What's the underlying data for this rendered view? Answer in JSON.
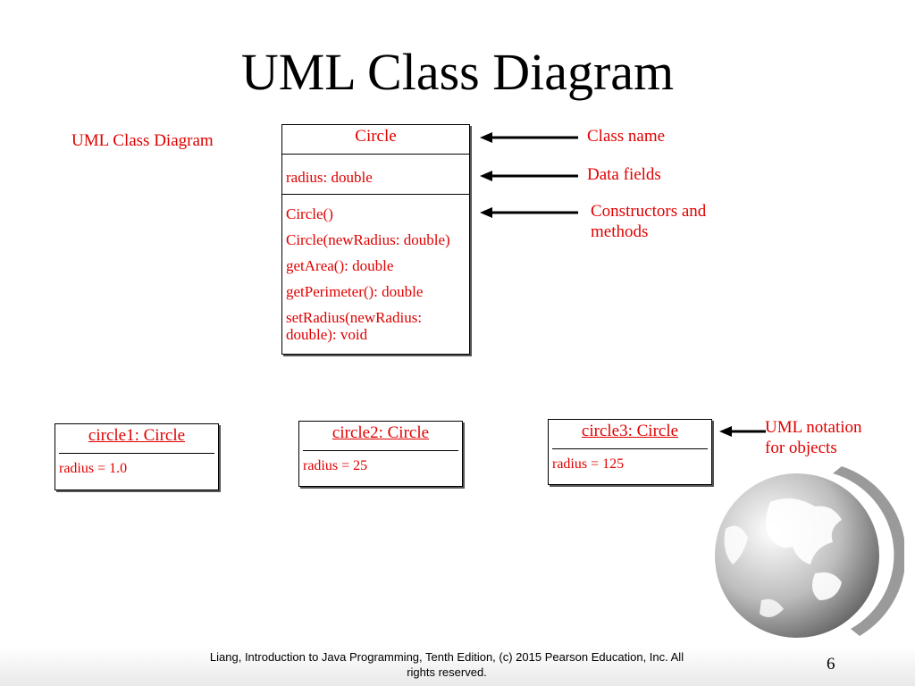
{
  "title": "UML Class Diagram",
  "side_label": "UML Class Diagram",
  "class_box": {
    "name": "Circle",
    "fields": [
      "radius: double"
    ],
    "methods": [
      "Circle()",
      "Circle(newRadius: double)",
      "getArea(): double",
      "getPerimeter(): double",
      "setRadius(newRadius:",
      "double): void"
    ]
  },
  "callouts": {
    "class_name": "Class name",
    "data_fields": "Data fields",
    "constructors_line1": "Constructors and",
    "constructors_line2": "methods",
    "uml_notation_line1": "UML notation",
    "uml_notation_line2": "for objects"
  },
  "objects": [
    {
      "name": "circle1: Circle",
      "value": "radius = 1.0"
    },
    {
      "name": "circle2: Circle",
      "value": "radius = 25"
    },
    {
      "name": "circle3: Circle",
      "value": "radius = 125"
    }
  ],
  "footer": {
    "line1": "Liang, Introduction to Java Programming, Tenth Edition, (c) 2015 Pearson Education, Inc. All",
    "line2": "rights reserved.",
    "page_number": "6"
  },
  "colors": {
    "accent": "#e00000",
    "text": "#000000"
  }
}
